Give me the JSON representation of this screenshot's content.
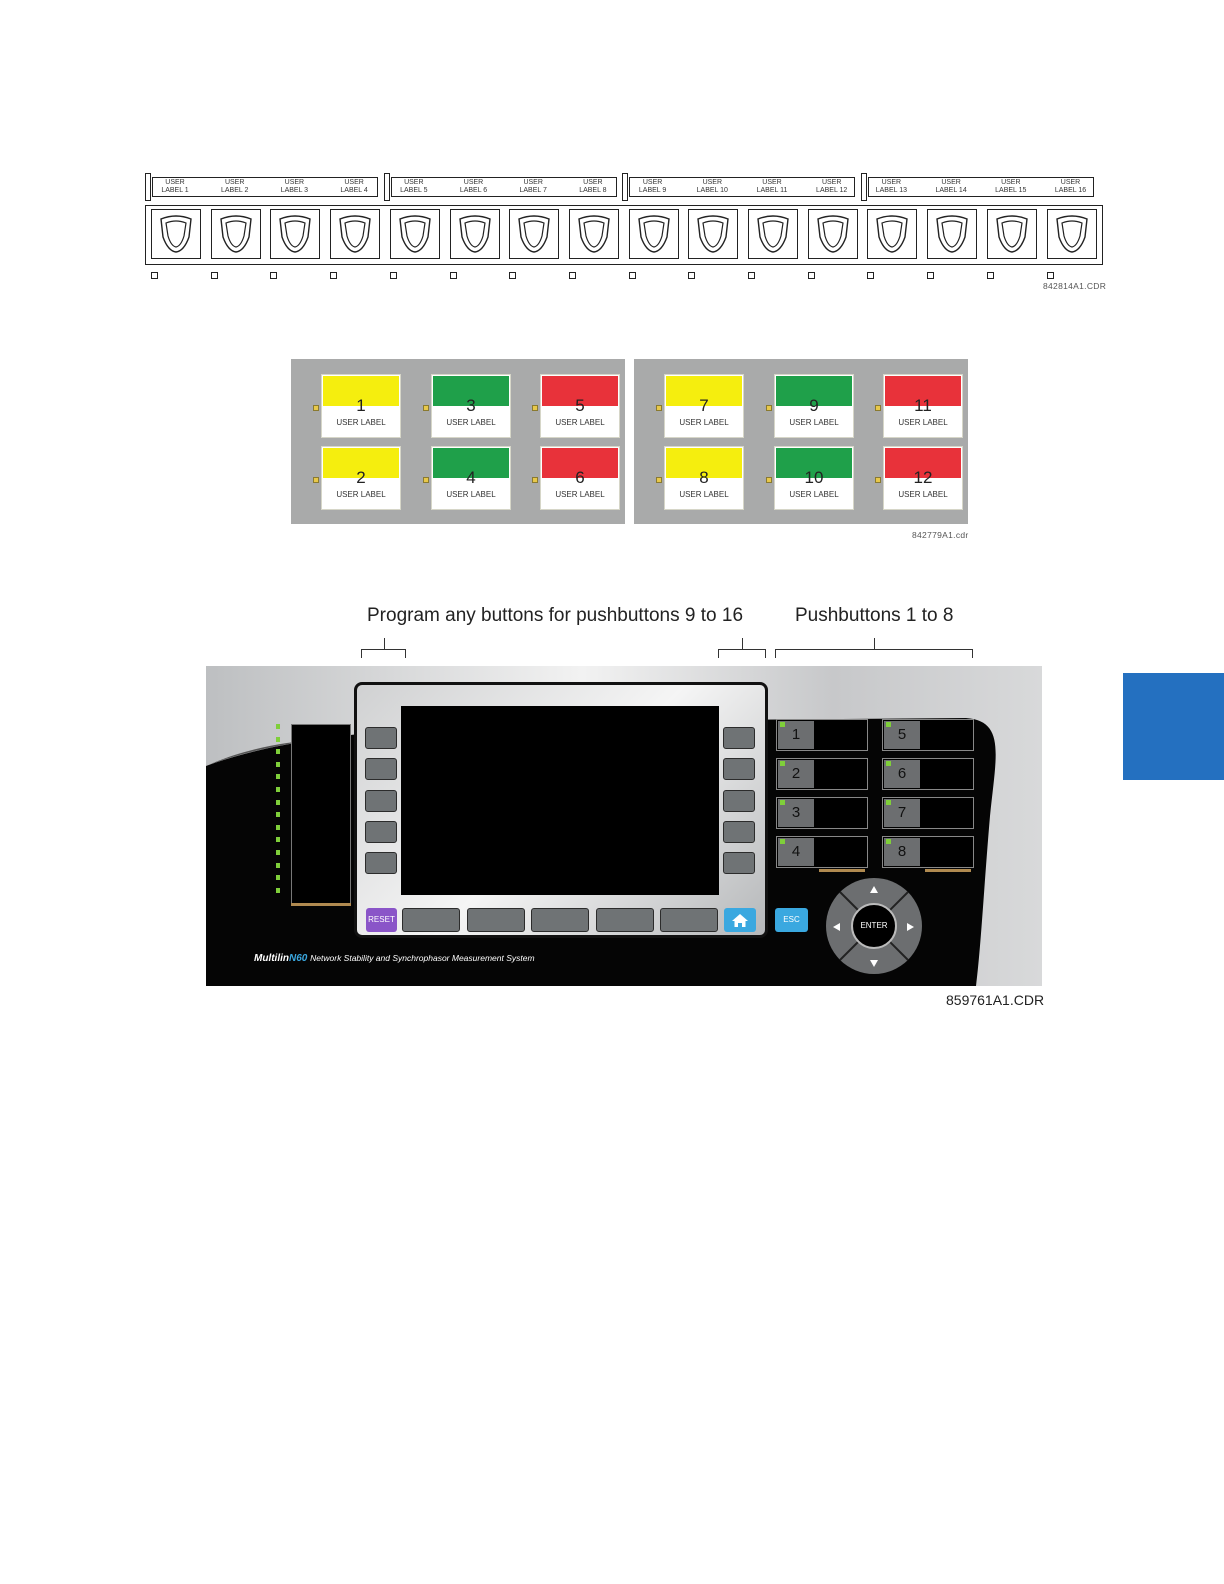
{
  "figure1": {
    "user_labels": [
      {
        "line1": "USER",
        "line2": "LABEL 1"
      },
      {
        "line1": "USER",
        "line2": "LABEL 2"
      },
      {
        "line1": "USER",
        "line2": "LABEL 3"
      },
      {
        "line1": "USER",
        "line2": "LABEL 4"
      },
      {
        "line1": "USER",
        "line2": "LABEL 5"
      },
      {
        "line1": "USER",
        "line2": "LABEL 6"
      },
      {
        "line1": "USER",
        "line2": "LABEL 7"
      },
      {
        "line1": "USER",
        "line2": "LABEL 8"
      },
      {
        "line1": "USER",
        "line2": "LABEL 9"
      },
      {
        "line1": "USER",
        "line2": "LABEL 10"
      },
      {
        "line1": "USER",
        "line2": "LABEL 11"
      },
      {
        "line1": "USER",
        "line2": "LABEL 12"
      },
      {
        "line1": "USER",
        "line2": "LABEL 13"
      },
      {
        "line1": "USER",
        "line2": "LABEL 14"
      },
      {
        "line1": "USER",
        "line2": "LABEL 15"
      },
      {
        "line1": "USER",
        "line2": "LABEL 16"
      }
    ],
    "code": "842814A1.CDR"
  },
  "figure2": {
    "keys": [
      {
        "number": "1",
        "label": "USER LABEL",
        "color": "#f5ee0e"
      },
      {
        "number": "2",
        "label": "USER LABEL",
        "color": "#f5ee0e"
      },
      {
        "number": "3",
        "label": "USER LABEL",
        "color": "#1fa04a"
      },
      {
        "number": "4",
        "label": "USER LABEL",
        "color": "#1fa04a"
      },
      {
        "number": "5",
        "label": "USER LABEL",
        "color": "#e8323a"
      },
      {
        "number": "6",
        "label": "USER LABEL",
        "color": "#e8323a"
      },
      {
        "number": "7",
        "label": "USER LABEL",
        "color": "#f5ee0e"
      },
      {
        "number": "8",
        "label": "USER LABEL",
        "color": "#f5ee0e"
      },
      {
        "number": "9",
        "label": "USER LABEL",
        "color": "#1fa04a"
      },
      {
        "number": "10",
        "label": "USER LABEL",
        "color": "#1fa04a"
      },
      {
        "number": "11",
        "label": "USER LABEL",
        "color": "#e8323a"
      },
      {
        "number": "12",
        "label": "USER LABEL",
        "color": "#e8323a"
      }
    ],
    "code": "842779A1.cdr"
  },
  "figure3": {
    "callout_left": "Program any buttons for pushbuttons 9 to 16",
    "callout_right": "Pushbuttons 1 to 8",
    "pushbuttons": [
      "1",
      "2",
      "3",
      "4",
      "5",
      "6",
      "7",
      "8"
    ],
    "reset_label": "RESET",
    "esc_label": "ESC",
    "enter_label": "ENTER",
    "brand_name": "Multilin",
    "brand_model": "N60",
    "brand_desc": "Network Stability and Synchrophasor Measurement System",
    "code": "859761A1.CDR",
    "colors": {
      "reset": "#8a55c8",
      "esc": "#3aa8e0",
      "home": "#3aa8e0",
      "led_green": "#7fcf3a",
      "brand_model": "#3aa8e0"
    }
  }
}
